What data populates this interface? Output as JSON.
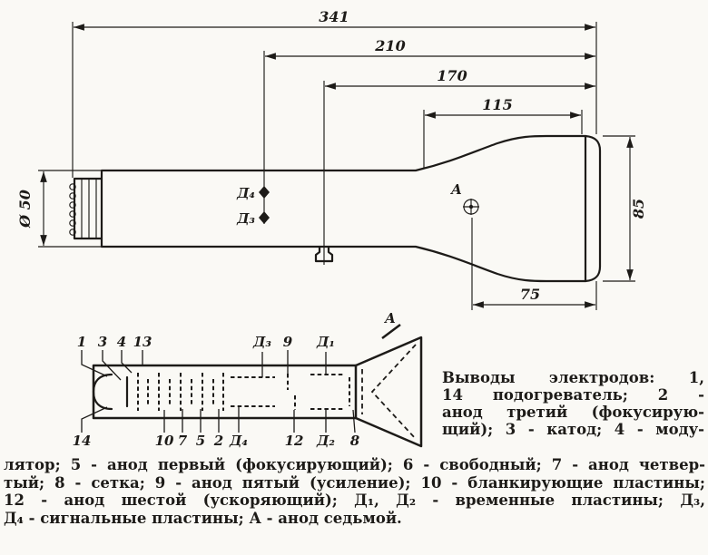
{
  "colors": {
    "ink": "#1d1b18",
    "paper": "#faf9f5"
  },
  "side_view": {
    "dims": {
      "d341": "341",
      "d210": "210",
      "d170": "170",
      "d115": "115",
      "d75": "75",
      "d50": "Ø 50",
      "d85": "85"
    },
    "labels": {
      "d4": "Д₄",
      "d3": "Д₃",
      "a": "А"
    }
  },
  "pinout": {
    "top_labels": {
      "l1": "1",
      "l3": "3",
      "l4": "4",
      "l13": "13",
      "ld3": "Д₃",
      "l9": "9",
      "ld1": "Д₁"
    },
    "anode_label": "А",
    "bottom_labels": {
      "l14": "14",
      "l10": "10",
      "l7": "7",
      "l5": "5",
      "l2": "2",
      "ld4": "Д₄",
      "l12": "12",
      "ld2": "Д₂",
      "l8": "8"
    }
  },
  "caption": {
    "column_lines": [
      "Выводы электродов: 1,",
      "14 подогреватель; 2 -",
      "анод третий (фокусирую-",
      "щий); 3 - катод; 4 - моду-"
    ],
    "full_lines": [
      "лятор; 5 - анод первый (фокусирующий); 6 - свободный; 7 - анод четвер-",
      "тый; 8 - сетка; 9 - анод пятый (усиление); 10 - бланкирующие пластины;",
      "12 - анод шестой (ускоряющий); Д₁, Д₂ - временные пластины; Д₃,",
      "Д₄ - сигнальные пластины; А - анод седьмой."
    ]
  }
}
